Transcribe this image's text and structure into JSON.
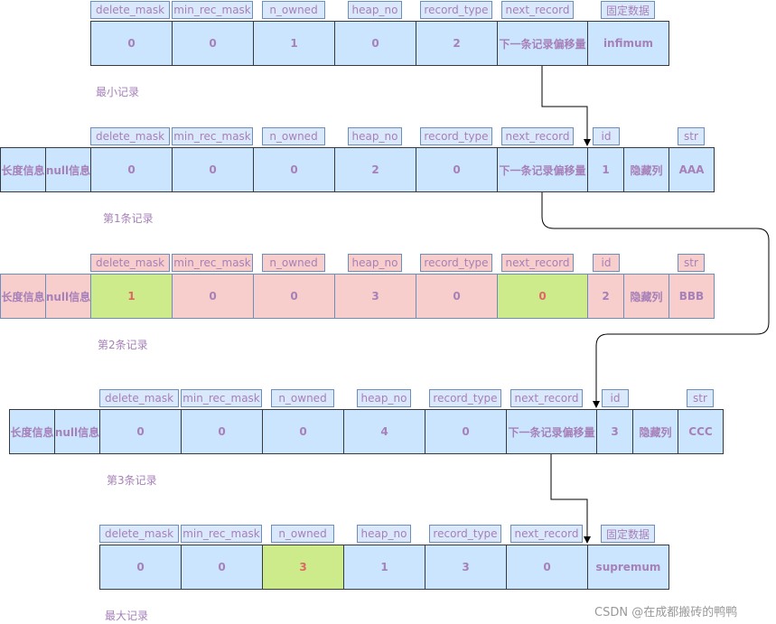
{
  "records": [
    {
      "caption": "最小记录",
      "headers": [
        "delete_mask",
        "min_rec_mask",
        "n_owned",
        "heap_no",
        "record_type",
        "next_record",
        "固定数据"
      ],
      "values": [
        "0",
        "0",
        "1",
        "0",
        "2",
        "下一条记录偏移量",
        "infimum"
      ]
    },
    {
      "caption": "第1条记录",
      "headers": [
        "delete_mask",
        "min_rec_mask",
        "n_owned",
        "heap_no",
        "record_type",
        "next_record",
        "id",
        "str"
      ],
      "prefix": [
        "长度信息",
        "null信息"
      ],
      "values": [
        "0",
        "0",
        "0",
        "2",
        "0",
        "下一条记录偏移量",
        "1",
        "隐藏列",
        "AAA"
      ]
    },
    {
      "caption": "第2条记录",
      "headers": [
        "delete_mask",
        "min_rec_mask",
        "n_owned",
        "heap_no",
        "record_type",
        "next_record",
        "id",
        "str"
      ],
      "prefix": [
        "长度信息",
        "null信息"
      ],
      "values": [
        "1",
        "0",
        "0",
        "3",
        "0",
        "0",
        "2",
        "隐藏列",
        "BBB"
      ]
    },
    {
      "caption": "第3条记录",
      "headers": [
        "delete_mask",
        "min_rec_mask",
        "n_owned",
        "heap_no",
        "record_type",
        "next_record",
        "id",
        "str"
      ],
      "prefix": [
        "长度信息",
        "null信息"
      ],
      "values": [
        "0",
        "0",
        "0",
        "4",
        "0",
        "下一条记录偏移量",
        "3",
        "隐藏列",
        "CCC"
      ]
    },
    {
      "caption": "最大记录",
      "headers": [
        "delete_mask",
        "min_rec_mask",
        "n_owned",
        "heap_no",
        "record_type",
        "next_record",
        "固定数据"
      ],
      "values": [
        "0",
        "0",
        "3",
        "1",
        "3",
        "0",
        "supremum"
      ]
    }
  ],
  "watermark": "CSDN @在成都搬砖的鸭鸭",
  "colors": {
    "cell_fill": "#cce5ff",
    "header_fill": "#dae8fc",
    "deleted_fill": "#f8cecc",
    "highlight_fill": "#cdeb8b",
    "text": "#a680b8",
    "highlight_text": "#e06666"
  }
}
